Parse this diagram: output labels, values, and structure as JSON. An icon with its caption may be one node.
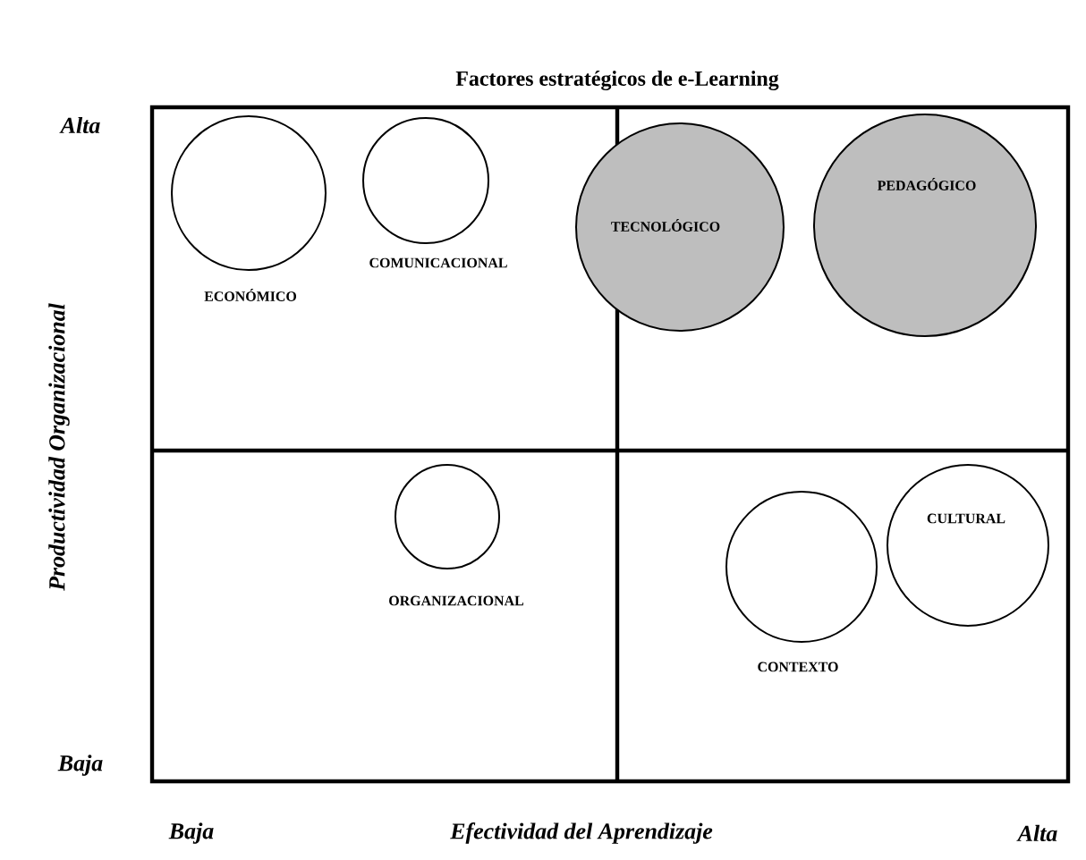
{
  "diagram": {
    "title": "Factores estratégicos de e-Learning",
    "nodes": [
      {
        "text": [
          "ECONÓMICO"
        ]
      },
      {
        "text": [
          "COMUNICACIONAL"
        ]
      },
      {
        "text": [
          "TECNOLÓGICO"
        ]
      },
      {
        "text": [
          "PEDAGÓGICO"
        ]
      },
      {
        "text": [
          "ORGANIZACIONAL"
        ]
      },
      {
        "text": [
          "CONTEXTO"
        ]
      },
      {
        "text": [
          "CULTURAL"
        ]
      }
    ],
    "labels": [
      "Alta",
      "Baja",
      "Productividad Organizacional",
      "Baja",
      "Efectividad del Aprendizaje",
      "Alta"
    ]
  }
}
